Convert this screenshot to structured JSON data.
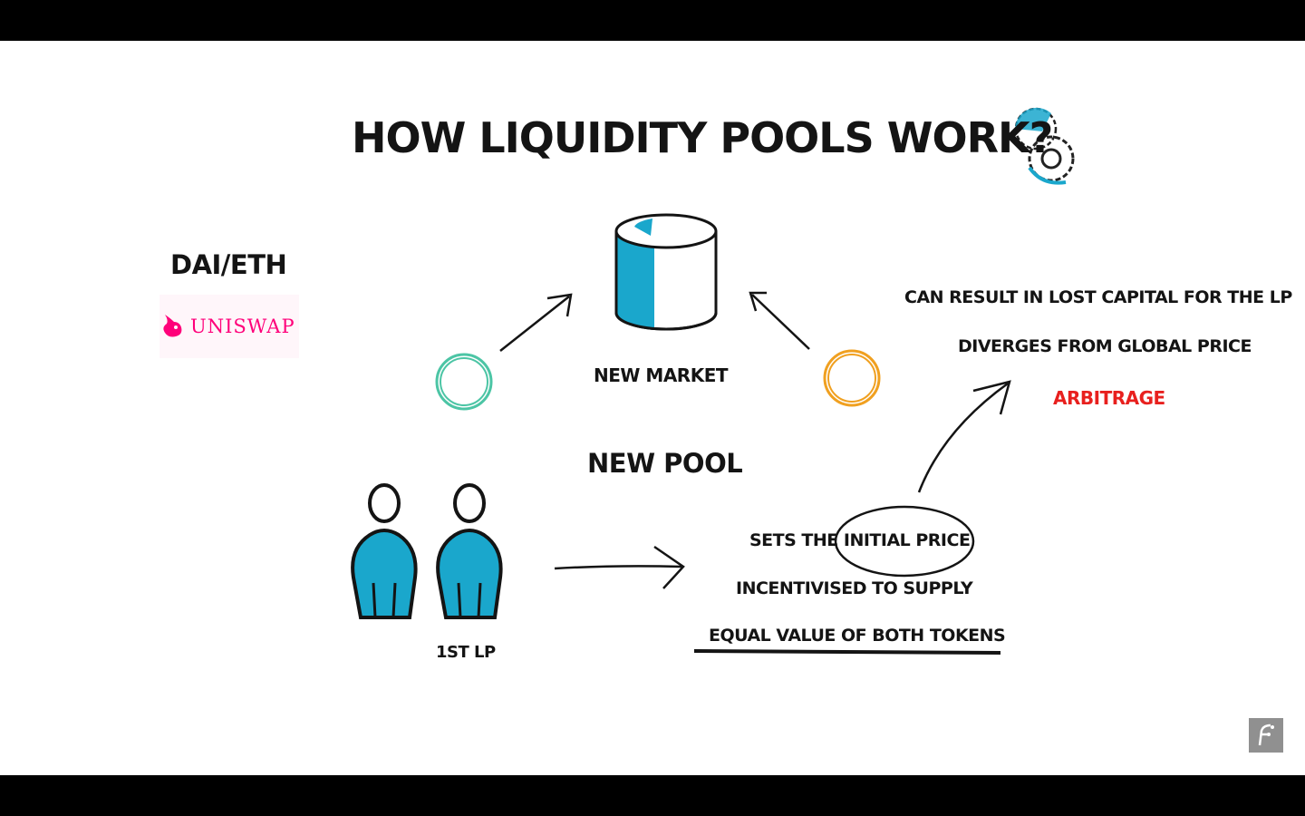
{
  "title": "HOW LIQUIDITY POOLS WORK?",
  "pair_label": "DAI/ETH",
  "exchange": {
    "name": "UNISWAP",
    "icon": "unicorn-icon"
  },
  "market": {
    "label": "NEW MARKET",
    "icon": "database-cylinder-icon"
  },
  "pool_label": "NEW POOL",
  "provider": {
    "label": "1ST LP",
    "icon": "two-people-icon"
  },
  "provider_steps": [
    "SETS THE INITIAL PRICE",
    "INCENTIVISED TO SUPPLY",
    "EQUAL VALUE OF BOTH TOKENS"
  ],
  "consequences": [
    "CAN RESULT IN LOST CAPITAL FOR THE LP",
    "DIVERGES FROM GLOBAL PRICE",
    "ARBITRAGE"
  ],
  "tokens": [
    {
      "icon": "token-coin-icon",
      "color": "#4cc5a5"
    },
    {
      "icon": "token-coin-icon",
      "color": "#f0a020"
    }
  ],
  "colors": {
    "accent_blue": "#1aa7cc",
    "highlight_red": "#e8201e",
    "ink": "#141414",
    "brand_pink": "#ff007a"
  }
}
